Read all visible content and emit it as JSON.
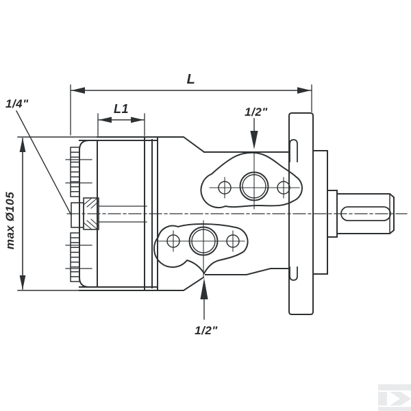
{
  "drawing": {
    "type": "hydraulic-motor-dimensional-drawing",
    "labels": {
      "total_length": "L",
      "rear_section_length": "L1",
      "drain_port": "1/4\"",
      "top_port": "1/2\"",
      "bottom_port": "1/2\"",
      "max_diameter": "max Ø105"
    },
    "colors": {
      "line": "#2e3133",
      "background": "#ffffff",
      "watermark": "#e8eaeb"
    }
  },
  "watermark": {
    "name": "kramp-logo"
  }
}
